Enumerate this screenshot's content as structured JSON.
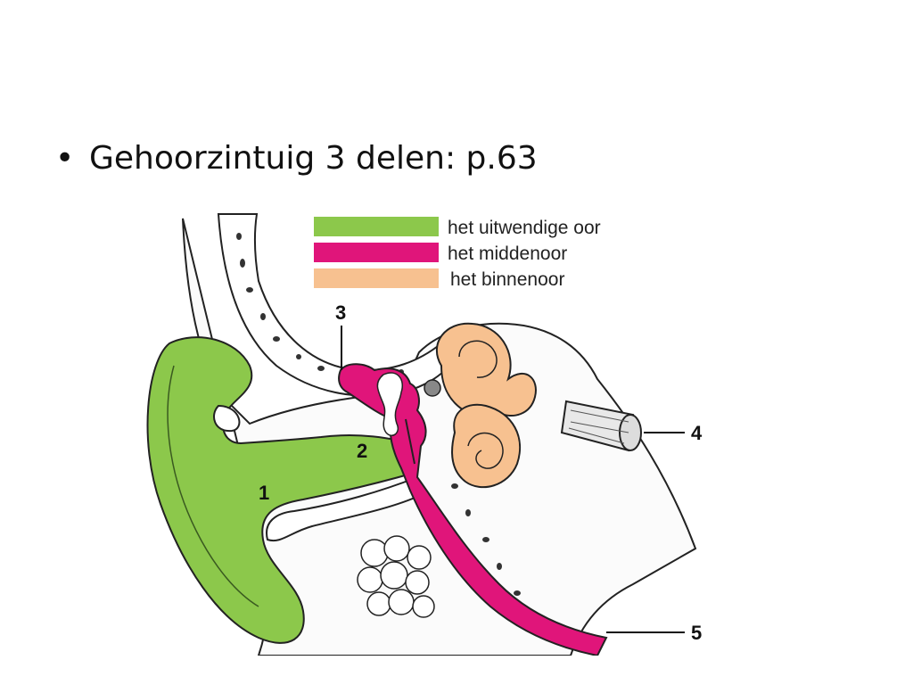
{
  "slide": {
    "bullet": "•",
    "text": "Gehoorzintuig 3 delen: p.63"
  },
  "legend": [
    {
      "label": "het uitwendige oor",
      "color": "#8cc84b"
    },
    {
      "label": "het middenoor",
      "color": "#e0157a"
    },
    {
      "label": "het binnenoor",
      "color": "#f7c190"
    }
  ],
  "labels": {
    "n1": "1",
    "n2": "2",
    "n3": "3",
    "n4": "4",
    "n5": "5"
  },
  "colors": {
    "outer_ear": "#8cc84b",
    "middle_ear": "#e0157a",
    "inner_ear": "#f7c190",
    "outline": "#222222"
  }
}
